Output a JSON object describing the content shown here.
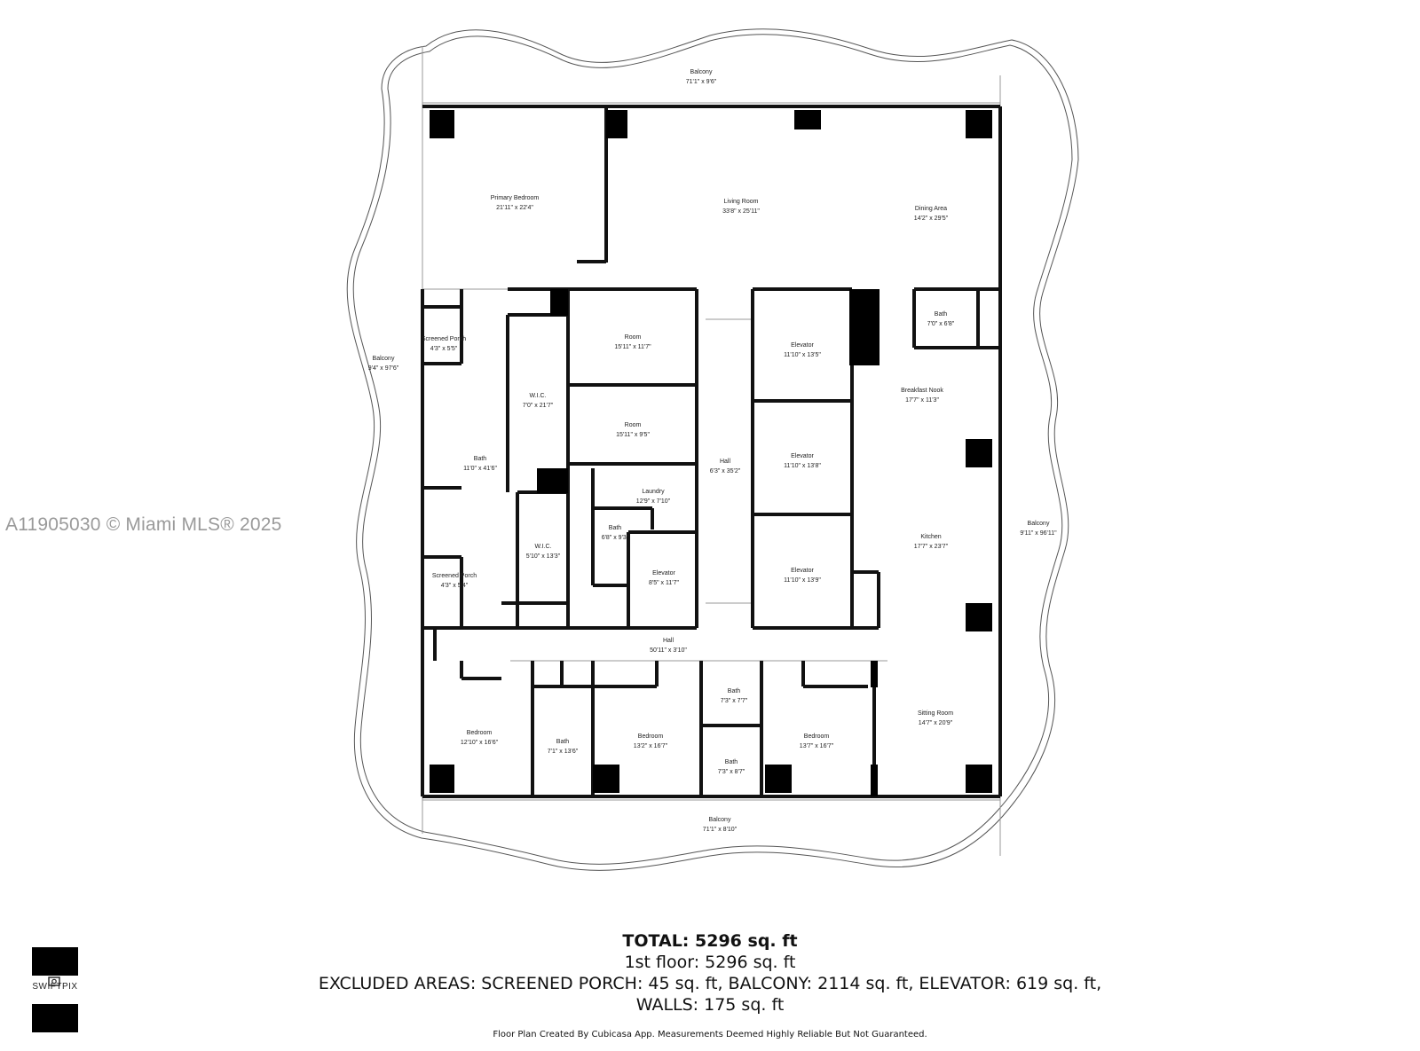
{
  "watermark": "A11905030 © Miami MLS® 2025",
  "rooms": {
    "balcony_top": {
      "name": "Balcony",
      "size": "71'1\" x 9'6\""
    },
    "primary_bedroom": {
      "name": "Primary Bedroom",
      "size": "21'11\" x 22'4\""
    },
    "living_room": {
      "name": "Living Room",
      "size": "33'8\" x 25'11\""
    },
    "dining_area": {
      "name": "Dining Area",
      "size": "14'2\" x 29'5\""
    },
    "screened_porch_1": {
      "name": "Screened Porch",
      "size": "4'3\" x 5'5\""
    },
    "balcony_left": {
      "name": "Balcony",
      "size": "9'4\" x 97'6\""
    },
    "room_1": {
      "name": "Room",
      "size": "15'11\" x 11'7\""
    },
    "elevator_1": {
      "name": "Elevator",
      "size": "11'10\" x 13'5\""
    },
    "bath_top_right": {
      "name": "Bath",
      "size": "7'0\" x 6'8\""
    },
    "wic_1": {
      "name": "W.I.C.",
      "size": "7'0\" x 21'7\""
    },
    "breakfast_nook": {
      "name": "Breakfast Nook",
      "size": "17'7\" x 11'3\""
    },
    "room_2": {
      "name": "Room",
      "size": "15'11\" x 9'5\""
    },
    "bath_left": {
      "name": "Bath",
      "size": "11'0\" x 41'6\""
    },
    "hall_vertical": {
      "name": "Hall",
      "size": "6'3\" x 35'2\""
    },
    "elevator_2": {
      "name": "Elevator",
      "size": "11'10\" x 13'8\""
    },
    "laundry": {
      "name": "Laundry",
      "size": "12'9\" x 7'10\""
    },
    "bath_small": {
      "name": "Bath",
      "size": "6'8\" x 9'3\""
    },
    "kitchen": {
      "name": "Kitchen",
      "size": "17'7\" x 23'7\""
    },
    "balcony_right": {
      "name": "Balcony",
      "size": "9'11\" x 96'11\""
    },
    "wic_2": {
      "name": "W.I.C.",
      "size": "5'10\" x 13'3\""
    },
    "screened_porch_2": {
      "name": "Screened Porch",
      "size": "4'3\" x 5'4\""
    },
    "elevator_3": {
      "name": "Elevator",
      "size": "8'5\" x 11'7\""
    },
    "elevator_4": {
      "name": "Elevator",
      "size": "11'10\" x 13'9\""
    },
    "hall_horizontal": {
      "name": "Hall",
      "size": "50'11\" x 3'10\""
    },
    "bath_mid_1": {
      "name": "Bath",
      "size": "7'3\" x 7'7\""
    },
    "sitting_room": {
      "name": "Sitting Room",
      "size": "14'7\" x 20'9\""
    },
    "bedroom_1": {
      "name": "Bedroom",
      "size": "12'10\" x 16'6\""
    },
    "bath_bottom_1": {
      "name": "Bath",
      "size": "7'1\" x 13'6\""
    },
    "bedroom_2": {
      "name": "Bedroom",
      "size": "13'2\" x 16'7\""
    },
    "bedroom_3": {
      "name": "Bedroom",
      "size": "13'7\" x 16'7\""
    },
    "bath_mid_2": {
      "name": "Bath",
      "size": "7'3\" x 8'7\""
    },
    "balcony_bottom": {
      "name": "Balcony",
      "size": "71'1\" x 8'10\""
    }
  },
  "summary": {
    "total": "TOTAL: 5296 sq. ft",
    "floor1": "1st floor: 5296 sq. ft",
    "excluded": "EXCLUDED AREAS: SCREENED PORCH: 45 sq. ft, BALCONY: 2114 sq. ft, ELEVATOR: 619 sq. ft,",
    "walls": "WALLS: 175 sq. ft",
    "disclaimer": "Floor Plan Created By Cubicasa App. Measurements Deemed Highly Reliable But Not Guaranteed."
  },
  "logo": {
    "text": "SWIFTPIX"
  }
}
